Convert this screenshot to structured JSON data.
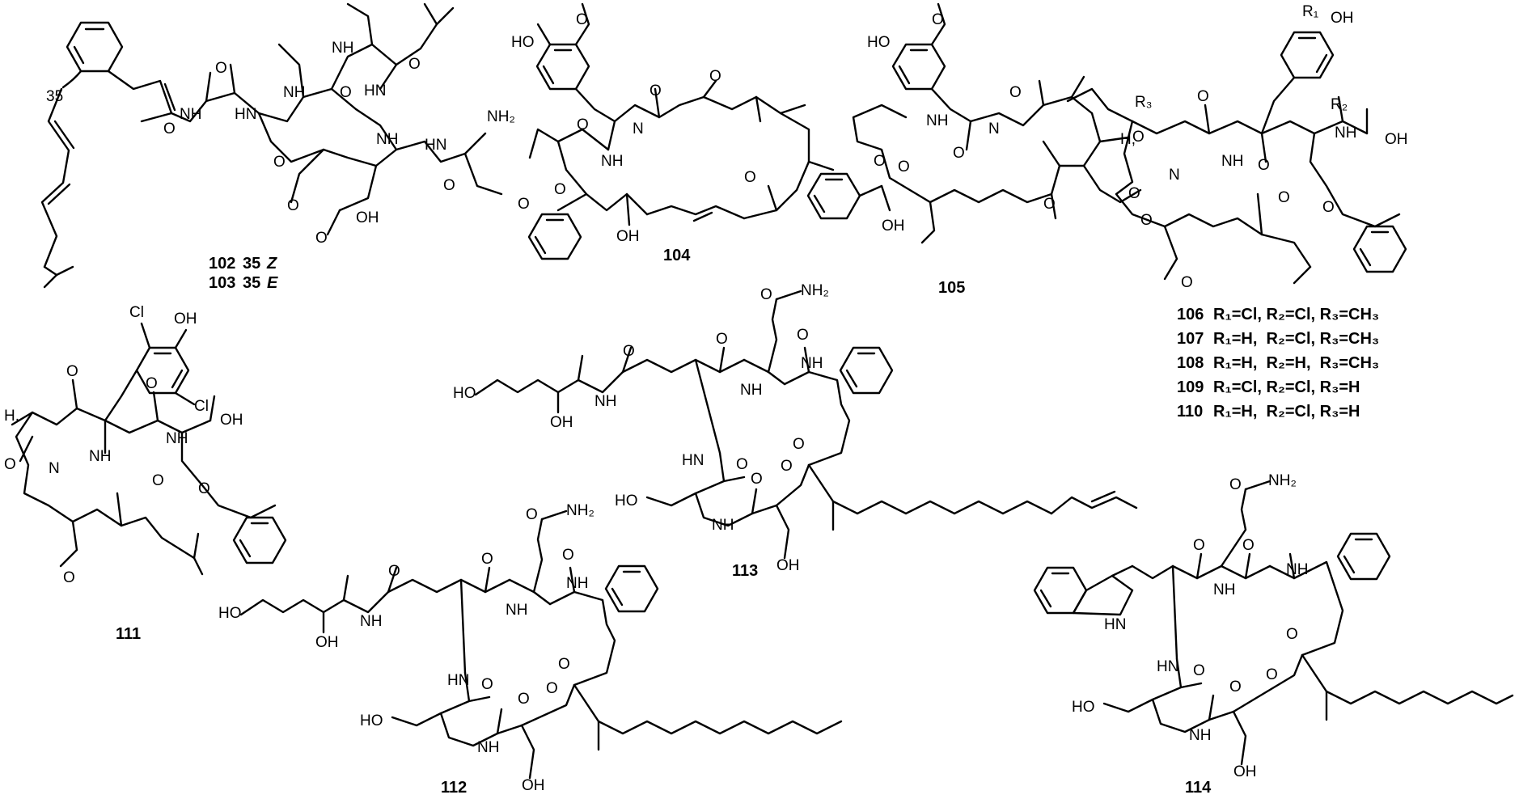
{
  "compounds": [
    {
      "id": "c102",
      "label_num": "102",
      "label_pos": "35",
      "label_iso": "Z"
    },
    {
      "id": "c103",
      "label_num": "103",
      "label_pos": "35",
      "label_iso": "E"
    },
    {
      "id": "c104",
      "label": "104"
    },
    {
      "id": "c105",
      "label": "105"
    },
    {
      "id": "c111",
      "label": "111"
    },
    {
      "id": "c112",
      "label": "112"
    },
    {
      "id": "c113",
      "label": "113"
    },
    {
      "id": "c114",
      "label": "114"
    }
  ],
  "substituent_table": [
    {
      "num": "106",
      "r": "R₁=Cl, R₂=Cl, R₃=CH₃"
    },
    {
      "num": "107",
      "r": "R₁=H,  R₂=Cl, R₃=CH₃"
    },
    {
      "num": "108",
      "r": "R₁=H,  R₂=H,  R₃=CH₃"
    },
    {
      "num": "109",
      "r": "R₁=Cl, R₂=Cl, R₃=H"
    },
    {
      "num": "110",
      "r": "R₁=H,  R₂=Cl, R₃=H"
    }
  ],
  "atoms": {
    "nh": "NH",
    "hn": "HN",
    "n": "N",
    "o": "O",
    "oh": "OH",
    "ho": "HO",
    "nh2": "NH₂",
    "cl": "Cl",
    "h": "H,",
    "pos35": "35",
    "r1": "R₁",
    "r2": "R₂",
    "r3": "R₃"
  }
}
